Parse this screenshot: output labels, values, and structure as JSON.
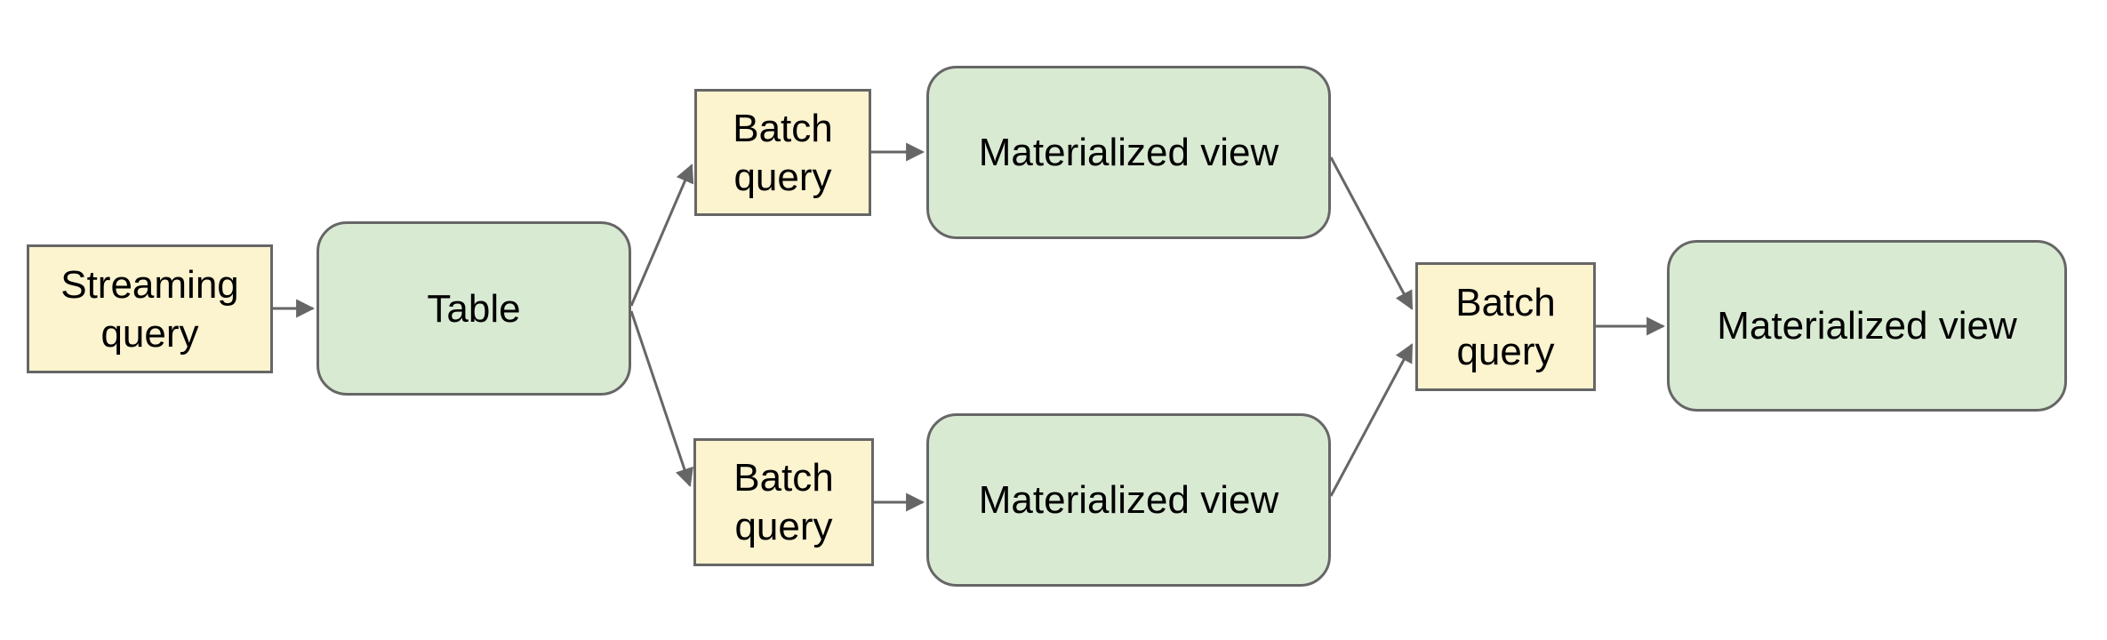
{
  "diagram": {
    "type": "flowchart",
    "nodes": [
      {
        "id": "streaming-query",
        "label": "Streaming query",
        "kind": "query",
        "shape": "rectangle"
      },
      {
        "id": "table",
        "label": "Table",
        "kind": "table",
        "shape": "rounded-rectangle"
      },
      {
        "id": "batch-query-top",
        "label": "Batch query",
        "kind": "query",
        "shape": "rectangle"
      },
      {
        "id": "mv-top",
        "label": "Materialized view",
        "kind": "table",
        "shape": "rounded-rectangle"
      },
      {
        "id": "batch-query-bottom",
        "label": "Batch query",
        "kind": "query",
        "shape": "rectangle"
      },
      {
        "id": "mv-bottom",
        "label": "Materialized view",
        "kind": "table",
        "shape": "rounded-rectangle"
      },
      {
        "id": "batch-query-merge",
        "label": "Batch query",
        "kind": "query",
        "shape": "rectangle"
      },
      {
        "id": "mv-final",
        "label": "Materialized view",
        "kind": "table",
        "shape": "rounded-rectangle"
      }
    ],
    "edges": [
      {
        "from": "streaming-query",
        "to": "table"
      },
      {
        "from": "table",
        "to": "batch-query-top"
      },
      {
        "from": "table",
        "to": "batch-query-bottom"
      },
      {
        "from": "batch-query-top",
        "to": "mv-top"
      },
      {
        "from": "batch-query-bottom",
        "to": "mv-bottom"
      },
      {
        "from": "mv-top",
        "to": "batch-query-merge"
      },
      {
        "from": "mv-bottom",
        "to": "batch-query-merge"
      },
      {
        "from": "batch-query-merge",
        "to": "mv-final"
      }
    ],
    "colors": {
      "query_fill": "#fcf3cf",
      "table_fill": "#d9ead3",
      "border": "#666666",
      "arrow": "#666666",
      "text": "#000000",
      "background": "#ffffff"
    }
  }
}
